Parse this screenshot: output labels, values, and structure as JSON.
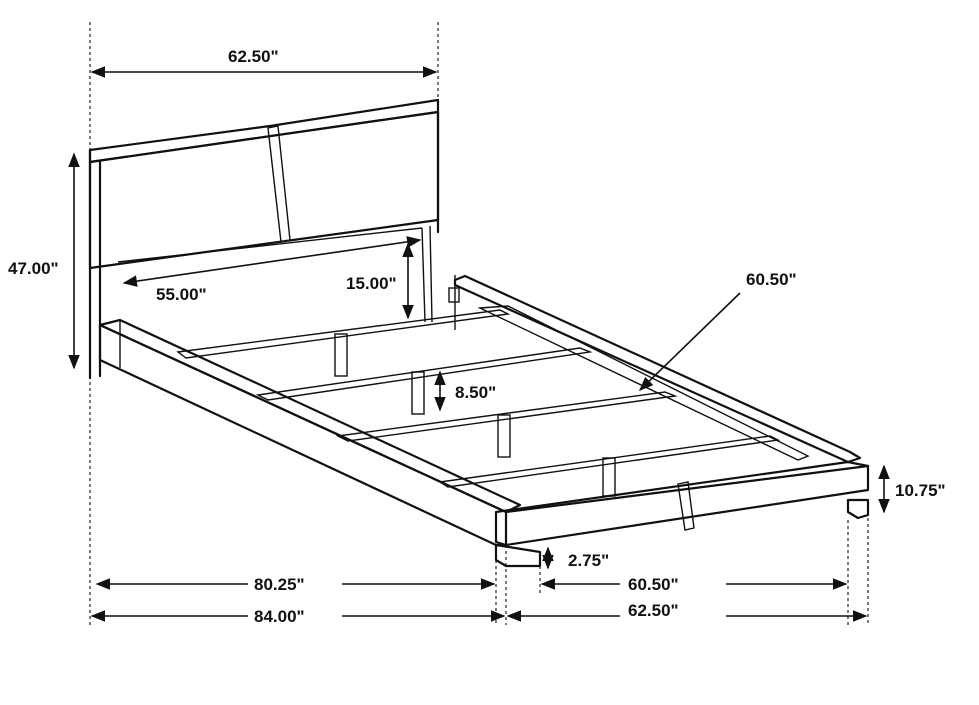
{
  "dimensions": {
    "headboard_width": "62.50\"",
    "total_height": "47.00\"",
    "inner_width": "55.00\"",
    "headboard_panel_height": "15.00\"",
    "slat_span": "60.50\"",
    "slat_support_height": "8.50\"",
    "footboard_height": "10.75\"",
    "leg_height": "2.75\"",
    "inner_length": "80.25\"",
    "total_length": "84.00\"",
    "bottom_inner_width": "60.50\"",
    "bottom_total_width": "62.50\""
  }
}
